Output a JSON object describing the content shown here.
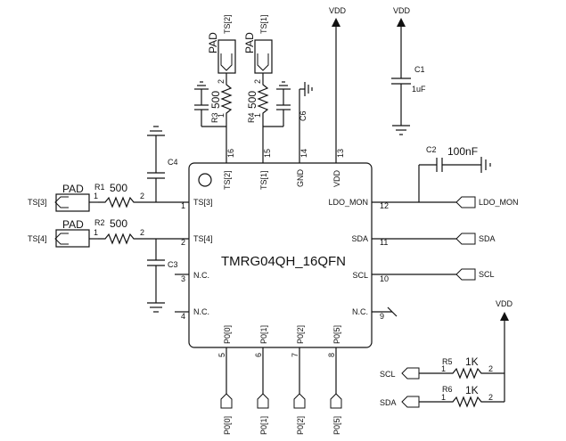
{
  "chip": {
    "name": "TMRG04QH_16QFN",
    "left_pins": [
      {
        "num": "1",
        "label": "TS[3]"
      },
      {
        "num": "2",
        "label": "TS[4]"
      },
      {
        "num": "3",
        "label": "N.C."
      },
      {
        "num": "4",
        "label": "N.C."
      }
    ],
    "top_pins": [
      {
        "num": "16",
        "label": "TS[2]"
      },
      {
        "num": "15",
        "label": "TS[1]"
      },
      {
        "num": "14",
        "label": "GND"
      },
      {
        "num": "13",
        "label": "VDD"
      }
    ],
    "right_pins": [
      {
        "num": "12",
        "label": "LDO_MON"
      },
      {
        "num": "11",
        "label": "SDA"
      },
      {
        "num": "10",
        "label": "SCL"
      },
      {
        "num": "9",
        "label": "N.C."
      }
    ],
    "bottom_pins": [
      {
        "num": "5",
        "label": "P0[0]"
      },
      {
        "num": "6",
        "label": "P0[1]"
      },
      {
        "num": "7",
        "label": "P0[2]"
      },
      {
        "num": "8",
        "label": "P0[5]"
      }
    ]
  },
  "ports": {
    "ts2": "TS[2]",
    "ts1": "TS[1]",
    "ts3": "TS[3]",
    "ts4": "TS[4]",
    "ldo_mon": "LDO_MON",
    "sda": "SDA",
    "scl": "SCL",
    "p0_0": "P0[0]",
    "p0_1": "P0[1]",
    "p0_2": "P0[2]",
    "p0_5": "P0[5]",
    "scl_in": "SCL",
    "sda_in": "SDA"
  },
  "pads": {
    "label": "PAD"
  },
  "power": {
    "vdd": "VDD"
  },
  "components": {
    "r1": {
      "ref": "R1",
      "value": "500",
      "pin1": "1",
      "pin2": "2"
    },
    "r2": {
      "ref": "R2",
      "value": "500",
      "pin1": "1",
      "pin2": "2"
    },
    "r3": {
      "ref": "R3",
      "value": "500",
      "pin1": "1",
      "pin2": "2"
    },
    "r4": {
      "ref": "R4",
      "value": "500",
      "pin1": "1",
      "pin2": "2"
    },
    "r5": {
      "ref": "R5",
      "value": "1K",
      "pin1": "1",
      "pin2": "2"
    },
    "r6": {
      "ref": "R6",
      "value": "1K",
      "pin1": "1",
      "pin2": "2"
    },
    "c1": {
      "ref": "C1",
      "value": "1uF"
    },
    "c2": {
      "ref": "C2",
      "value": "100nF"
    },
    "c3": {
      "ref": "C3"
    },
    "c4": {
      "ref": "C4"
    },
    "c6": {
      "ref": "C6"
    }
  }
}
